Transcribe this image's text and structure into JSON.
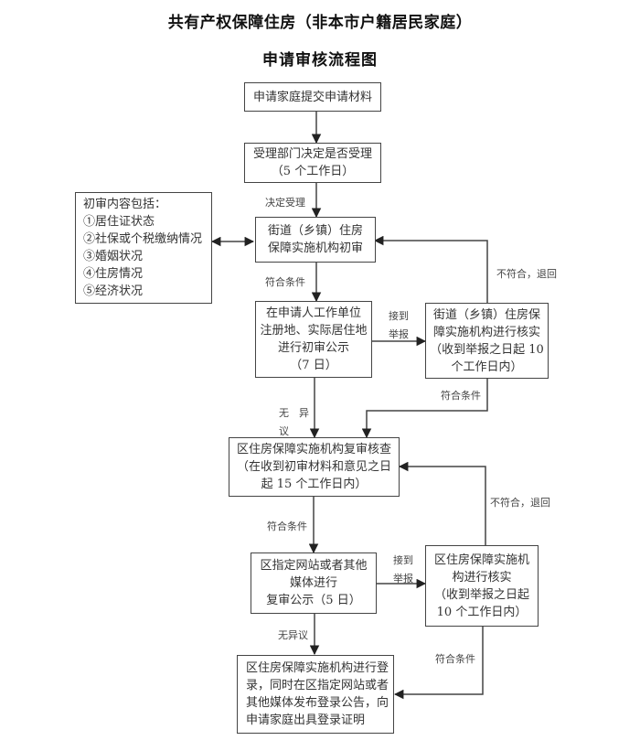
{
  "title": {
    "main": "共有产权保障住房（非本市户籍居民家庭）",
    "sub": "申请审核流程图"
  },
  "boxes": {
    "submit": {
      "lines": [
        "申请家庭提交申请材料"
      ]
    },
    "accept_decision": {
      "lines": [
        "受理部门决定是否受理",
        "（5 个工作日）"
      ]
    },
    "review_contents": {
      "lines": [
        "初审内容包括：",
        "①居住证状态",
        "②社保或个税缴纳情况",
        "③婚姻状况",
        "④住房情况",
        "⑤经济状况"
      ]
    },
    "street_initial_review": {
      "lines": [
        "街道（乡镇）住房",
        "保障实施机构初审"
      ]
    },
    "initial_publicity": {
      "lines": [
        "在申请人工作单位",
        "注册地、实际居住地",
        "进行初审公示",
        "（7 日）"
      ]
    },
    "street_verification": {
      "lines": [
        "街道（乡镇）住房保",
        "障实施机构进行核实",
        "（收到举报之日起 10",
        "个工作日内）"
      ]
    },
    "district_re_review": {
      "lines": [
        "区住房保障实施机构复审核查",
        "（在收到初审材料和意见之日",
        "起 15 个工作日内）"
      ]
    },
    "re_review_publicity": {
      "lines": [
        "区指定网站或者其他",
        "媒体进行",
        "复审公示（5 日）"
      ]
    },
    "district_verification": {
      "lines": [
        "区住房保障实施机构进行核实",
        "（收到举报之日起",
        "10 个工作日内）"
      ],
      "display_lines": [
        "区住房保障实施机",
        "构进行核实",
        "（收到举报之日起",
        "10 个工作日内）"
      ]
    },
    "registration": {
      "lines": [
        "区住房保障实施机构进行登",
        "录，同时在区指定网站或者",
        "其他媒体发布登录公告，向",
        "申请家庭出具登录证明"
      ]
    }
  },
  "edge_labels": {
    "decide_accept": "决定受理",
    "meets_conditions_1": "符合条件",
    "not_meet_return_1": "不符合，退回",
    "report_received_1": [
      "接到",
      "举报"
    ],
    "no_objection_1": [
      "无　异",
      "议"
    ],
    "meets_conditions_2": "符合条件",
    "meets_conditions_3": "符合条件",
    "not_meet_return_2": "不符合，退回",
    "report_received_2": [
      "接到",
      "举报"
    ],
    "no_objection_2": "无异议",
    "meets_conditions_4": "符合条件"
  },
  "colors": {
    "line": "#444444",
    "text": "#333333",
    "title": "#111111"
  }
}
